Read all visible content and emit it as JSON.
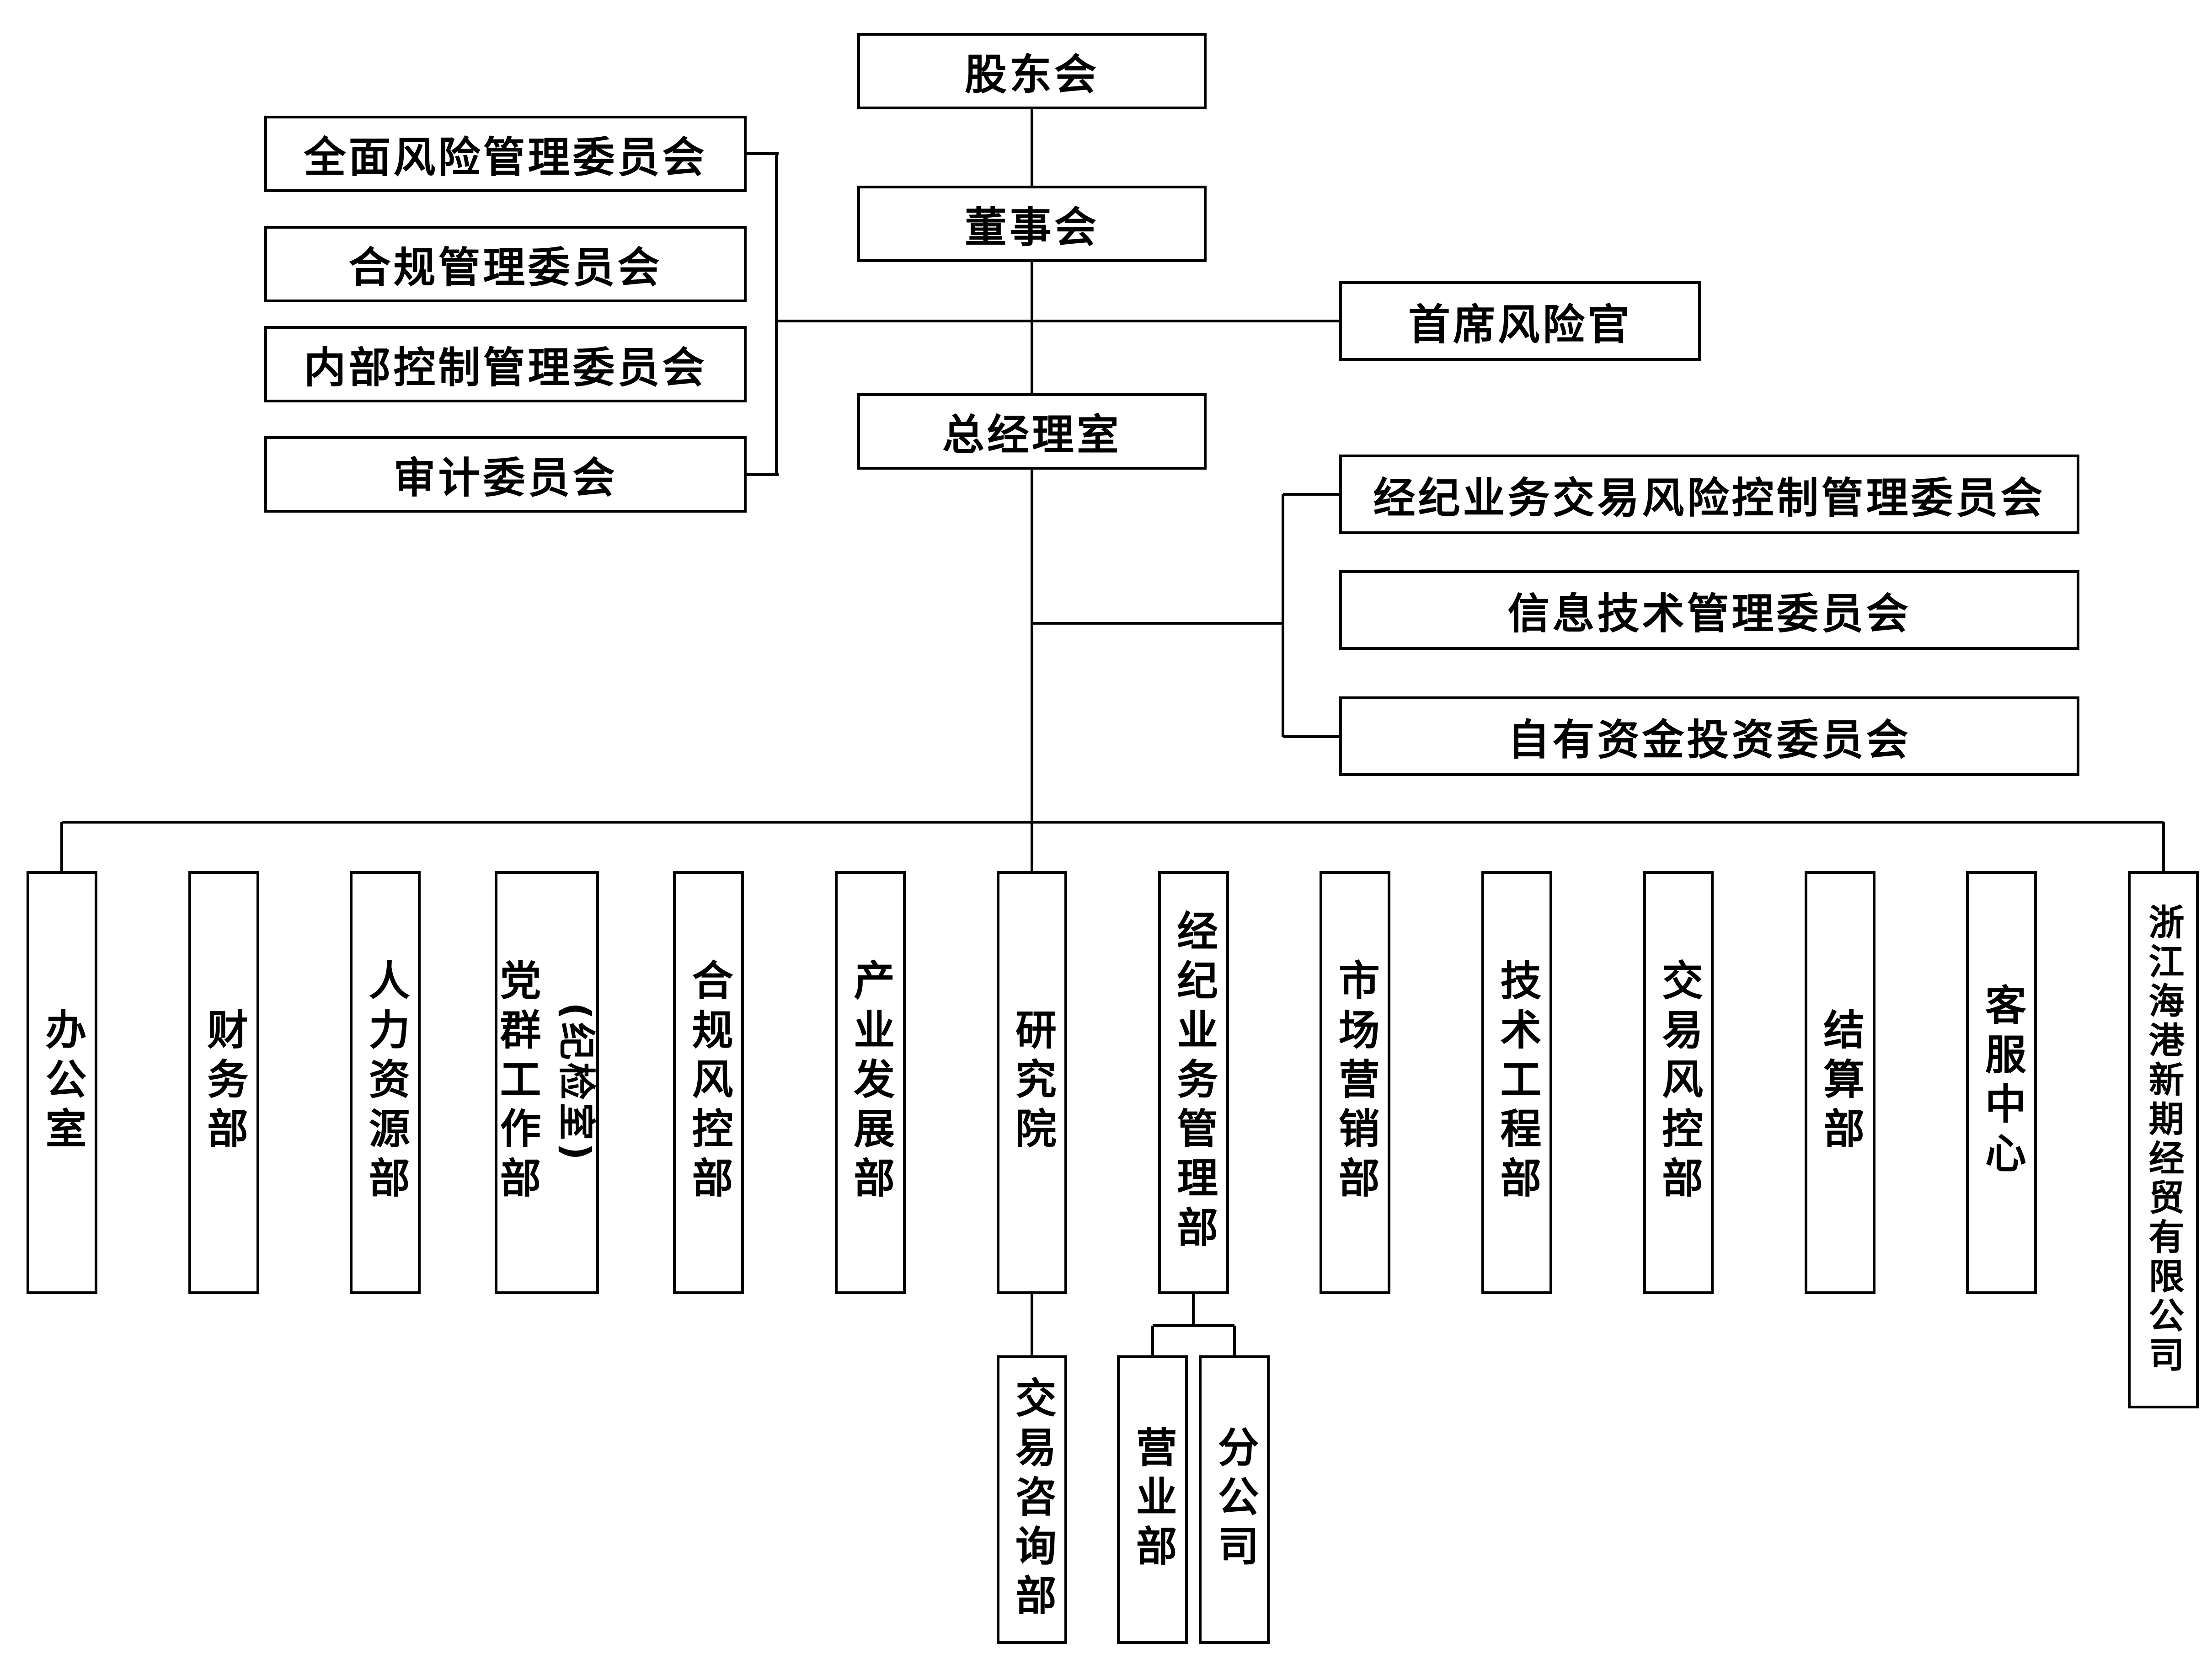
{
  "colors": {
    "background": "#ffffff",
    "line": "#000000",
    "box_border": "#000000",
    "box_background": "#ffffff",
    "text": "#000000"
  },
  "governance": {
    "shareholders": "股东会",
    "board": "董事会",
    "general_manager_office": "总经理室",
    "chief_risk_officer": "首席风险官"
  },
  "board_committees": [
    "全面风险管理委员会",
    "合规管理委员会",
    "内部控制管理委员会",
    "审计委员会"
  ],
  "management_committees": [
    "经纪业务交易风险控制管理委员会",
    "信息技术管理委员会",
    "自有资金投资委员会"
  ],
  "departments": [
    {
      "label": "办公室"
    },
    {
      "label": "财务部"
    },
    {
      "label": "人力资源部"
    },
    {
      "label": "党群工作部",
      "sublabel": "(纪检室)"
    },
    {
      "label": "合规风控部"
    },
    {
      "label": "产业发展部"
    },
    {
      "label": "研究院"
    },
    {
      "label": "经纪业务管理部"
    },
    {
      "label": "市场营销部"
    },
    {
      "label": "技术工程部"
    },
    {
      "label": "交易风控部"
    },
    {
      "label": "结算部"
    },
    {
      "label": "客服中心"
    },
    {
      "label": "浙江海港新期经贸有限公司"
    }
  ],
  "sub_departments": {
    "research": [
      "交易咨询部"
    ],
    "brokerage": [
      "营业部",
      "分公司"
    ]
  }
}
